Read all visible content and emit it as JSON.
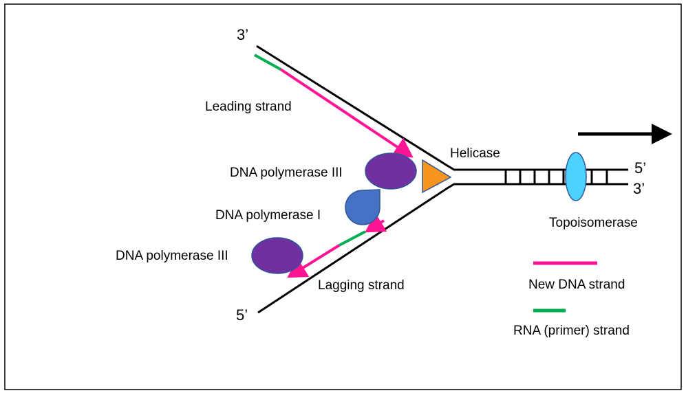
{
  "labels": {
    "top_left_end": "3’",
    "bottom_left_end": "5’",
    "right_top_end": "5’",
    "right_bottom_end": "3’",
    "leading_strand": "Leading strand",
    "lagging_strand": "Lagging strand",
    "helicase": "Helicase",
    "topoisomerase": "Topoisomerase",
    "pol3_top": "DNA polymerase III",
    "pol1": "DNA polymerase I",
    "pol3_bottom": "DNA polymerase III"
  },
  "legend": [
    {
      "label": "New DNA strand",
      "color": "#ff1493"
    },
    {
      "label": "RNA (primer) strand",
      "color": "#00b050"
    }
  ],
  "colors": {
    "new_dna": "#ff1493",
    "rna_primer": "#00b050",
    "dna_polymerase_iii": "#7030a0",
    "dna_polymerase_i": "#4472c4",
    "helicase": "#f7941d",
    "topoisomerase": "#4dd2ff",
    "outline": "#2f5597"
  }
}
